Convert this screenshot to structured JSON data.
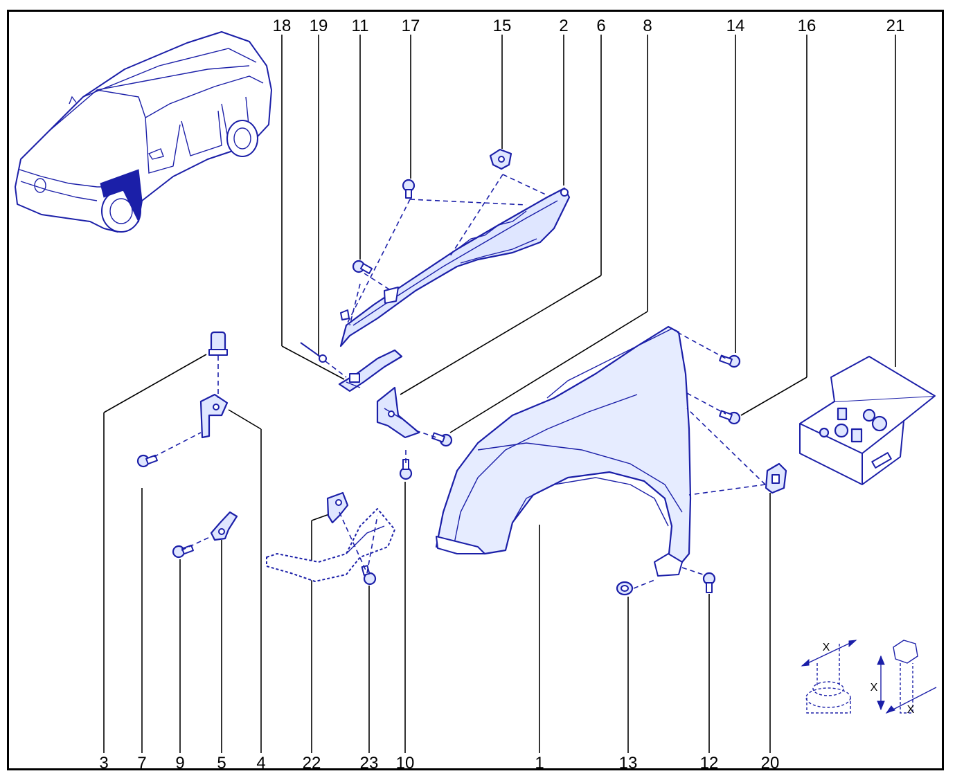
{
  "diagram": {
    "labels": {
      "p1": "1",
      "p2": "2",
      "p3": "3",
      "p4": "4",
      "p5": "5",
      "p6": "6",
      "p7": "7",
      "p8": "8",
      "p9": "9",
      "p10": "10",
      "p11": "11",
      "p12": "12",
      "p13": "13",
      "p14": "14",
      "p15": "15",
      "p16": "16",
      "p17": "17",
      "p18": "18",
      "p19": "19",
      "p20": "20",
      "p21": "21",
      "p22": "22",
      "p23": "23"
    },
    "dimension_marks": {
      "nut_x": "X",
      "bolt_x_side": "X",
      "bolt_x_bottom": "X"
    },
    "colors": {
      "line": "#1b1fa8",
      "fill": "#dfe6ff",
      "frame": "#000000"
    }
  }
}
